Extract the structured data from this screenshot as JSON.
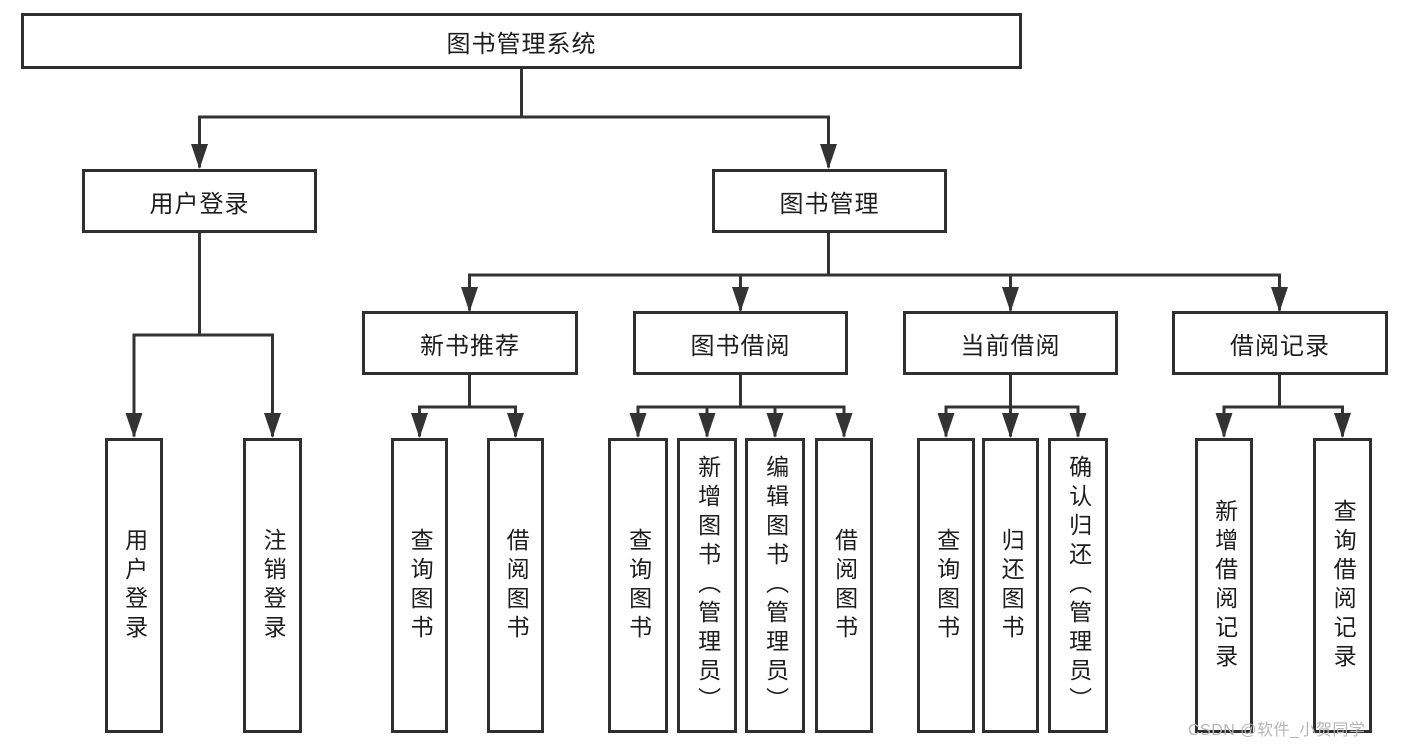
{
  "colors": {
    "background": "#ffffff",
    "line": "#333333",
    "box_border": "#2f2f2f",
    "text": "#1d1d1d",
    "watermark_text": "#b5b5b5"
  },
  "chart_type": "tree-diagram",
  "tree": {
    "root": "图书管理系统",
    "branches": [
      {
        "label": "用户登录",
        "leaves": [
          "用户登录",
          "注销登录"
        ]
      },
      {
        "label": "图书管理",
        "groups": [
          {
            "label": "新书推荐",
            "leaves": [
              "查询图书",
              "借阅图书"
            ]
          },
          {
            "label": "图书借阅",
            "leaves": [
              "查询图书",
              "新增图书（管理员）",
              "编辑图书（管理员）",
              "借阅图书"
            ]
          },
          {
            "label": "当前借阅",
            "leaves": [
              "查询图书",
              "归还图书",
              "确认归还（管理员）"
            ]
          },
          {
            "label": "借阅记录",
            "leaves": [
              "新增借阅记录",
              "查询借阅记录"
            ]
          }
        ]
      }
    ]
  },
  "watermark": {
    "text": "CSDN @软件_小贺同学"
  }
}
